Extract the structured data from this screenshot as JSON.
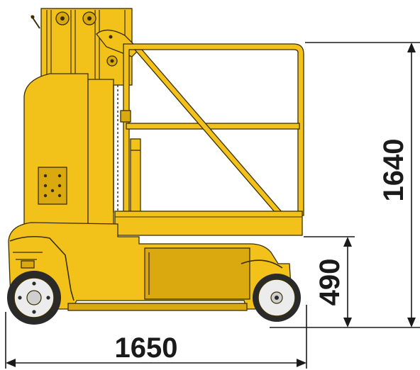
{
  "colors": {
    "body": "#f2c21a",
    "body_shade": "#d9a90f",
    "outline": "#3a2e00",
    "dimension": "#1a1a1a",
    "wheel": "#ececec",
    "background": "#ffffff"
  },
  "dimensions": {
    "overall_height": "1640",
    "platform_height": "490",
    "overall_length": "1650"
  }
}
